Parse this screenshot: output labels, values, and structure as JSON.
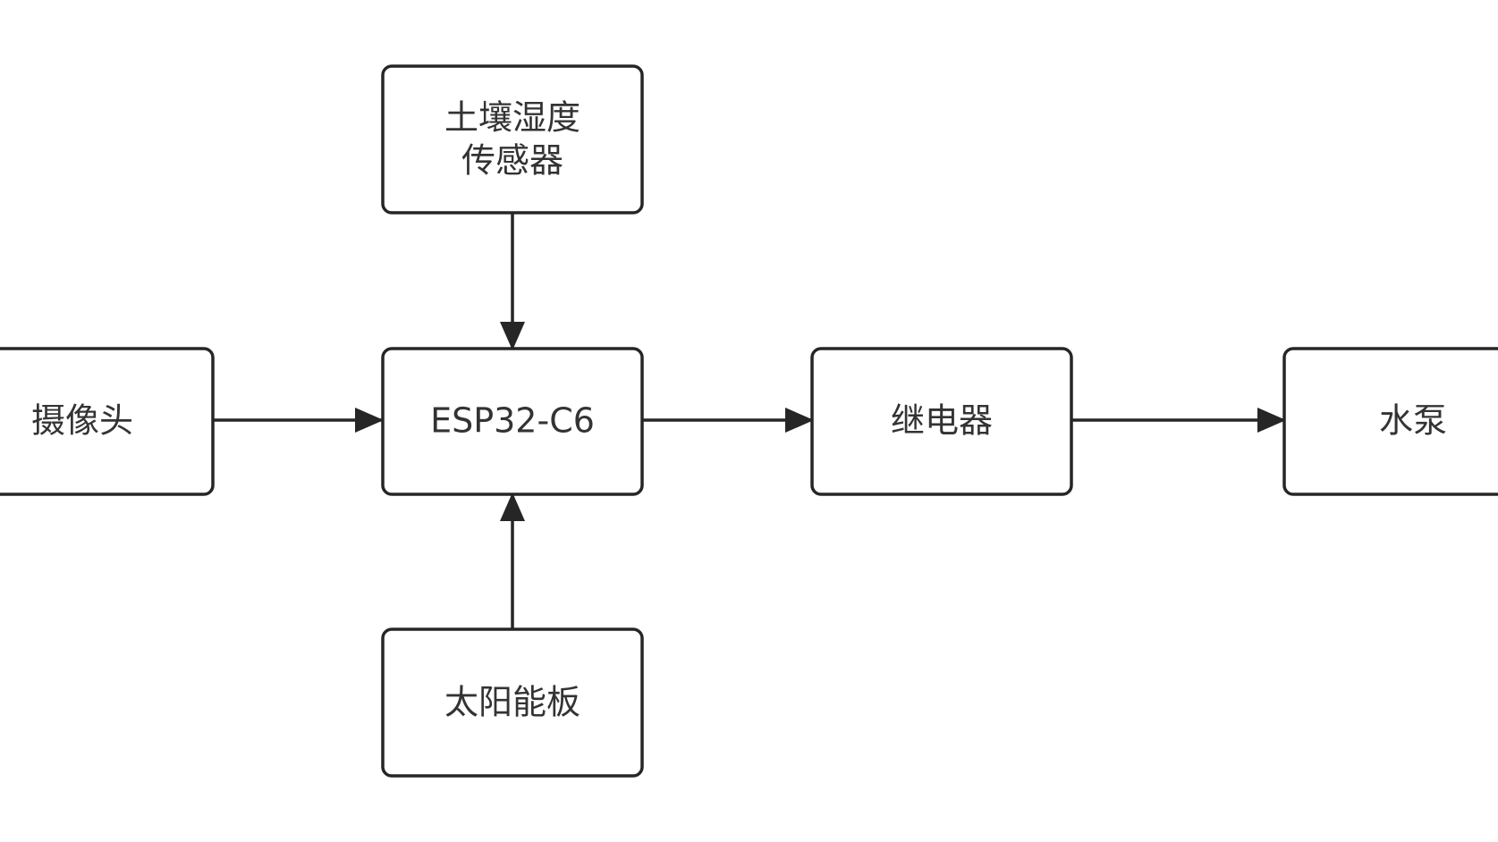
{
  "colors": {
    "stroke": "#262626",
    "text": "#333333",
    "background": "#ffffff"
  },
  "nodes": {
    "soil_sensor": {
      "line1": "土壤湿度",
      "line2": "传感器"
    },
    "camera": {
      "label": "摄像头"
    },
    "esp32": {
      "label": "ESP32-C6"
    },
    "relay": {
      "label": "继电器"
    },
    "pump": {
      "label": "水泵"
    },
    "solar": {
      "label": "太阳能板"
    }
  },
  "edges": [
    {
      "from": "soil_sensor",
      "to": "esp32"
    },
    {
      "from": "camera",
      "to": "esp32"
    },
    {
      "from": "solar",
      "to": "esp32"
    },
    {
      "from": "esp32",
      "to": "relay"
    },
    {
      "from": "relay",
      "to": "pump"
    }
  ]
}
